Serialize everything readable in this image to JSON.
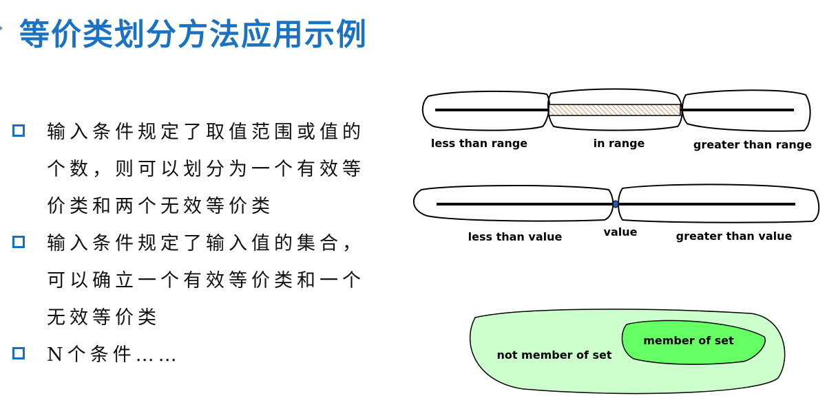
{
  "title": "等价类划分方法应用示例",
  "bullets": [
    {
      "lines": [
        "输入条件规定了取值范围或值的",
        "个数，则可以划分为一个有效等",
        "价类和两个无效等价类"
      ]
    },
    {
      "lines": [
        "输入条件规定了输入值的集合，",
        "可以确立一个有效等价类和一个",
        "无效等价类"
      ]
    },
    {
      "lines": [
        "N个条件……"
      ]
    }
  ],
  "diagram": {
    "range": {
      "less": "less than range",
      "in": "in range",
      "greater": "greater than range"
    },
    "value": {
      "less": "less than value",
      "value": "value",
      "greater": "greater than value"
    },
    "set": {
      "member": "member of set",
      "not_member": "not member of set"
    }
  },
  "colors": {
    "title": "#1a72c2",
    "bullet": "#1570c0",
    "outer_set": "#ccffcc",
    "inner_set": "#66ff66",
    "hatch": "#e8733a",
    "value_dot": "#1e5fb0"
  }
}
